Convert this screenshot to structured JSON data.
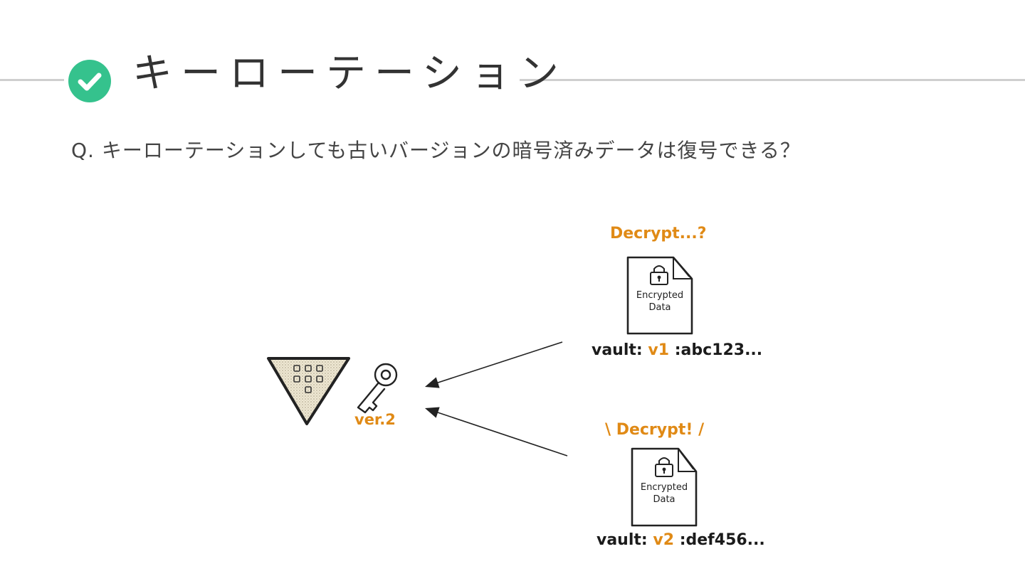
{
  "header": {
    "title": "キーローテーション",
    "icon": "check-circle-icon",
    "accent_color": "#35c28d"
  },
  "question": "Q. キーローテーションしても古いバージョンの暗号済みデータは復号できる？",
  "diagram": {
    "vault_icon": "vault-triangle-icon",
    "key_icon": "key-icon",
    "key_label": "ver.2",
    "doc1": {
      "caption": "Decrypt...?",
      "label_line1": "Encrypted",
      "label_line2": "Data",
      "token_prefix": "vault:",
      "token_version": "v1",
      "token_suffix": ":abc123..."
    },
    "doc2": {
      "caption": "\\ Decrypt! /",
      "label_line1": "Encrypted",
      "label_line2": "Data",
      "token_prefix": "vault:",
      "token_version": "v2",
      "token_suffix": ":def456..."
    },
    "highlight_color": "#e08a16"
  }
}
